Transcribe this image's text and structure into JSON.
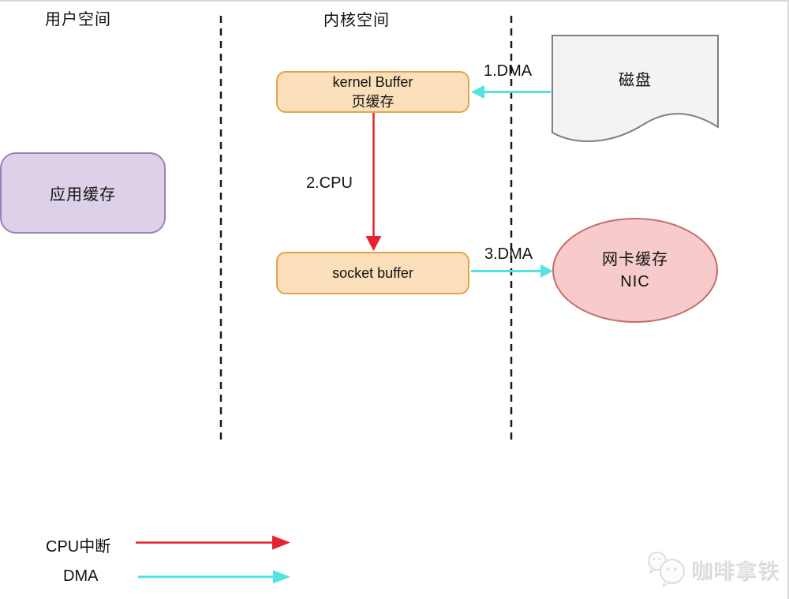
{
  "header": {
    "user_space": "用户空间",
    "kernel_space": "内核空间"
  },
  "nodes": {
    "app_cache": {
      "label": "应用缓存"
    },
    "kernel_buffer": {
      "title": "kernel Buffer",
      "subtitle": "页缓存"
    },
    "socket_buffer": {
      "label": "socket buffer"
    },
    "disk": {
      "label": "磁盘"
    },
    "nic": {
      "title": "网卡缓存",
      "subtitle": "NIC"
    }
  },
  "flow_labels": {
    "step1": "1.DMA",
    "step2": "2.CPU",
    "step3": "3.DMA"
  },
  "legend": {
    "cpu_interrupt": "CPU中断",
    "dma": "DMA"
  },
  "watermark": {
    "text": "咖啡拿铁",
    "icon": "wechat-chat-bubbles-icon"
  },
  "colors": {
    "cpu_arrow": "#e8212e",
    "dma_arrow": "#53e3e3",
    "divider": "#1a1a1a",
    "buffer_fill": "#fbdfba",
    "buffer_border": "#e2a44b",
    "app_cache_fill": "#dcd1e8",
    "app_cache_border": "#9e7fbc",
    "nic_fill": "#f7cbcb",
    "nic_border": "#c86b6b",
    "disk_fill": "#f3f3f3",
    "disk_border": "#7f7f7f"
  }
}
